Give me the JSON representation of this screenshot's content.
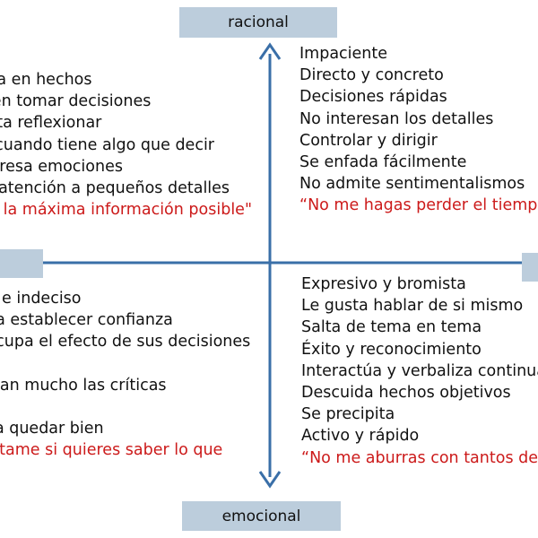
{
  "axis_labels": {
    "top": "racional",
    "bottom": "emocional",
    "left": "",
    "right": ""
  },
  "quadrants": {
    "top_left": [
      {
        "text": "Se basa en hechos",
        "style": "normal"
      },
      {
        "text": "Tarda en tomar decisiones",
        "style": "normal"
      },
      {
        "text": "Necesita reflexionar",
        "style": "normal"
      },
      {
        "text": "Habla cuando tiene algo que decir",
        "style": "normal"
      },
      {
        "text": "No expresa emociones",
        "style": "normal"
      },
      {
        "text": "Presta atención a pequeños detalles",
        "style": "normal"
      },
      {
        "text": "\"Dame la máxima información posible\"",
        "style": "quote"
      }
    ],
    "top_right": [
      {
        "text": "Impaciente",
        "style": "normal"
      },
      {
        "text": "Directo y concreto",
        "style": "normal"
      },
      {
        "text": "Decisiones rápidas",
        "style": "normal"
      },
      {
        "text": "No interesan los detalles",
        "style": "normal"
      },
      {
        "text": "Controlar y dirigir",
        "style": "normal"
      },
      {
        "text": "Se enfada fácilmente",
        "style": "normal"
      },
      {
        "text": "No admite sentimentalismos",
        "style": "normal"
      },
      {
        "text": "“No me hagas perder el tiempo”",
        "style": "quote"
      }
    ],
    "bottom_left": [
      {
        "text": "Amable e indeciso",
        "style": "normal"
      },
      {
        "text": "Necesita establecer confianza",
        "style": "normal"
      },
      {
        "text": "Le preocupa el efecto de sus decisiones",
        "style": "normal"
      },
      {
        "text": "",
        "style": "normal"
      },
      {
        "text": "Le afectan mucho las críticas",
        "style": "normal"
      },
      {
        "text": "",
        "style": "normal"
      },
      {
        "text": "Le gusta quedar bien",
        "style": "normal"
      },
      {
        "text": "\"Pregúntame si quieres saber lo que",
        "style": "quote"
      }
    ],
    "bottom_right": [
      {
        "text": "Expresivo y bromista",
        "style": "normal"
      },
      {
        "text": "Le gusta hablar de si mismo",
        "style": "normal"
      },
      {
        "text": "Salta de tema en tema",
        "style": "normal"
      },
      {
        "text": "Éxito y reconocimiento",
        "style": "normal"
      },
      {
        "text": "Interactúa y verbaliza continuamente",
        "style": "normal"
      },
      {
        "text": "Descuida hechos objetivos",
        "style": "normal"
      },
      {
        "text": "Se precipita",
        "style": "normal"
      },
      {
        "text": "Activo y rápido",
        "style": "normal"
      },
      {
        "text": "“No me aburras con tantos detalles”",
        "style": "quote"
      }
    ]
  },
  "colors": {
    "axis": "#3a6fa8",
    "label_box": "#bccddc",
    "text": "#111111",
    "quote": "#cc1a1a"
  }
}
